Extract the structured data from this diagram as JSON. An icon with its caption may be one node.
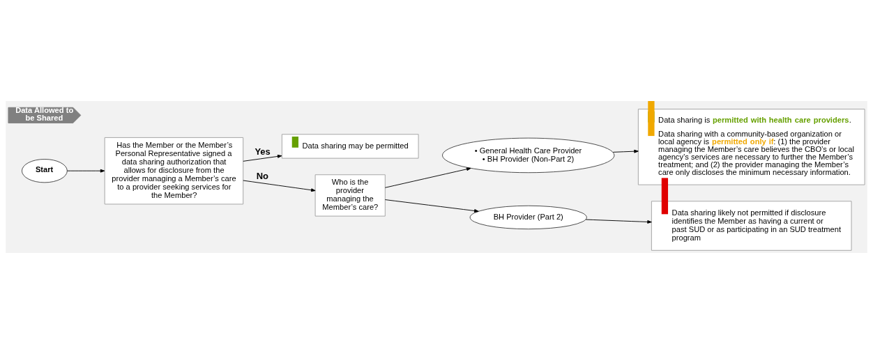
{
  "diagram": {
    "nodes": [
      {
        "text": [
          "Data Allowed to be Shared"
        ]
      },
      {
        "text": [
          "Start"
        ]
      },
      {
        "text": [
          "Has the Member or the Member’s Personal Representative signed a data sharing authorization that allows for disclosure from the provider managing a Member’s care to a provider seeking services for the Member?"
        ]
      },
      {
        "text": [
          "Data sharing may be permitted"
        ]
      },
      {
        "text": [
          "Who is the provider managing the Member’s care?"
        ]
      },
      {
        "text": [
          "• General Health Care Provider",
          "• BH Provider (Non-Part 2)"
        ]
      },
      {
        "text": [
          "BH Provider (Part 2)"
        ]
      },
      {
        "text": [
          "Data sharing is **permitted with health care providers**.",
          "Data sharing with a community-based organization or local agency is **permitted only if**: (1) the provider managing the Member’s care believes the CBO’s or local agency’s services are necessary to further the Member’s treatment; and (2) the provider managing the Member’s care only discloses the minimum necessary information."
        ]
      },
      {
        "text": [
          "Data sharing likely not permitted if disclosure identifies the Member as having a current or past SUD or as participating in an SUD treatment program"
        ]
      }
    ],
    "edges": [
      {
        "from": 1,
        "to": 2,
        "arrow": "to"
      },
      {
        "from": 2,
        "to": 3,
        "arrow": "to",
        "label": "Yes"
      },
      {
        "from": 2,
        "to": 4,
        "arrow": "to",
        "label": "No"
      },
      {
        "from": 4,
        "to": 5,
        "arrow": "to"
      },
      {
        "from": 4,
        "to": 6,
        "arrow": "to"
      },
      {
        "from": 5,
        "to": 7,
        "arrow": "to"
      },
      {
        "from": 6,
        "to": 8,
        "arrow": "to"
      }
    ]
  }
}
